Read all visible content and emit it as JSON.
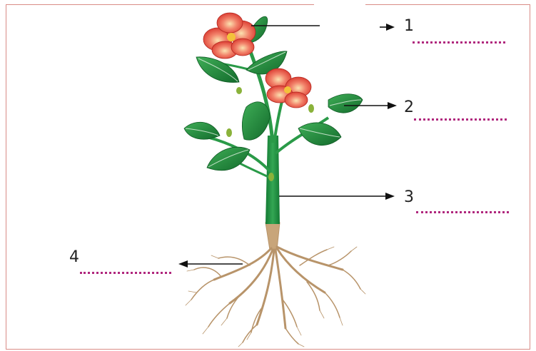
{
  "labels": [
    {
      "number": "1",
      "answer": ""
    },
    {
      "number": "2",
      "answer": ""
    },
    {
      "number": "3",
      "answer": ""
    },
    {
      "number": "4",
      "answer": ""
    }
  ],
  "colors": {
    "frame": "#d98c86",
    "blank_line": "#b0277d",
    "leaf": "#1e8a3a",
    "stem": "#1f8e3d",
    "petal": "#e84b3f",
    "root": "#b9946a"
  },
  "icons": [
    "plant-illustration",
    "arrow-right-icon",
    "arrow-left-icon"
  ]
}
